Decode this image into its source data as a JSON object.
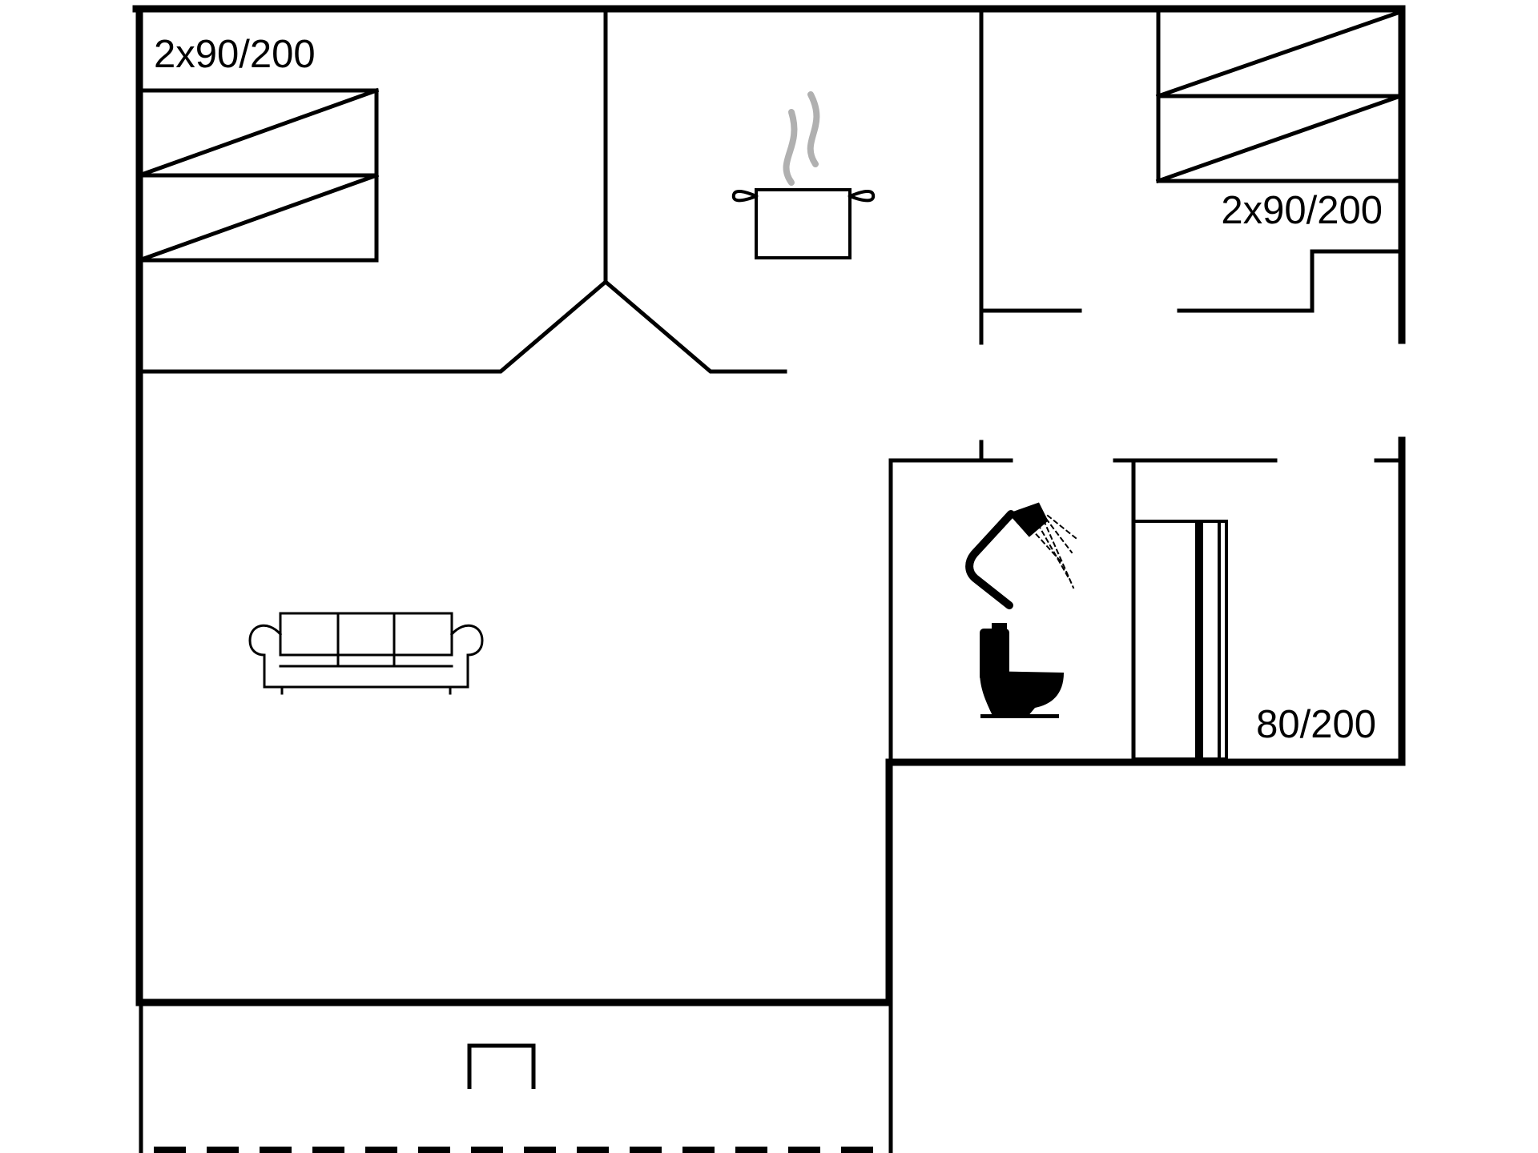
{
  "plan": {
    "labels": {
      "bedroom_left_beds": "2x90/200",
      "bedroom_right_beds": "2x90/200",
      "small_bedroom_bed": "80/200"
    },
    "icons": [
      "bed-icon",
      "cooking-pot-icon",
      "sofa-icon",
      "shower-icon",
      "toilet-icon",
      "stairs-icon"
    ],
    "colors": {
      "wall": "#000000",
      "steam": "#b0b0b0",
      "background": "#ffffff"
    }
  }
}
